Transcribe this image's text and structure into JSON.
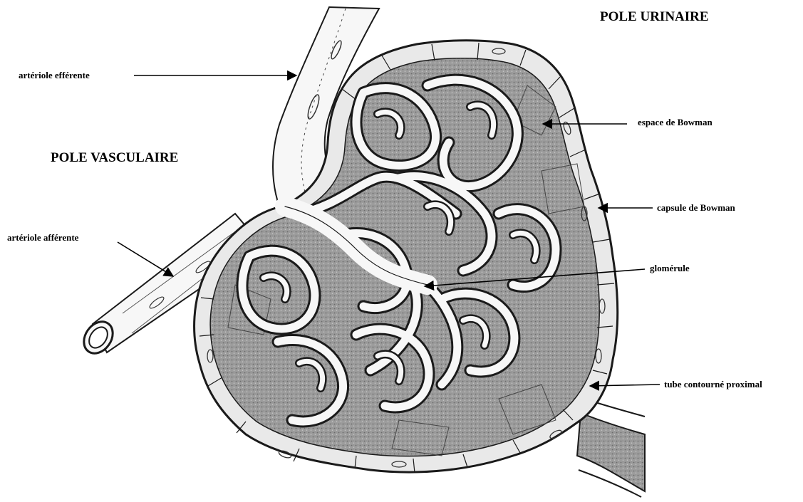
{
  "diagram": {
    "poles": {
      "urinaire": "POLE URINAIRE",
      "vasculaire": "POLE VASCULAIRE"
    },
    "labels": {
      "arteriole_efferente": "artériole efférente",
      "arteriole_afferente": "artériole afférente",
      "espace_bowman": "espace de Bowman",
      "capsule_bowman": "capsule de Bowman",
      "glomerule": "glomérule",
      "tube_contourne": "tube contourné proximal"
    },
    "colors": {
      "ink": "#1a1a1a",
      "space_fill": "#8f8f8f",
      "capsule_fill": "#e9e9e9",
      "vessel_fill": "#f7f7f7"
    }
  }
}
